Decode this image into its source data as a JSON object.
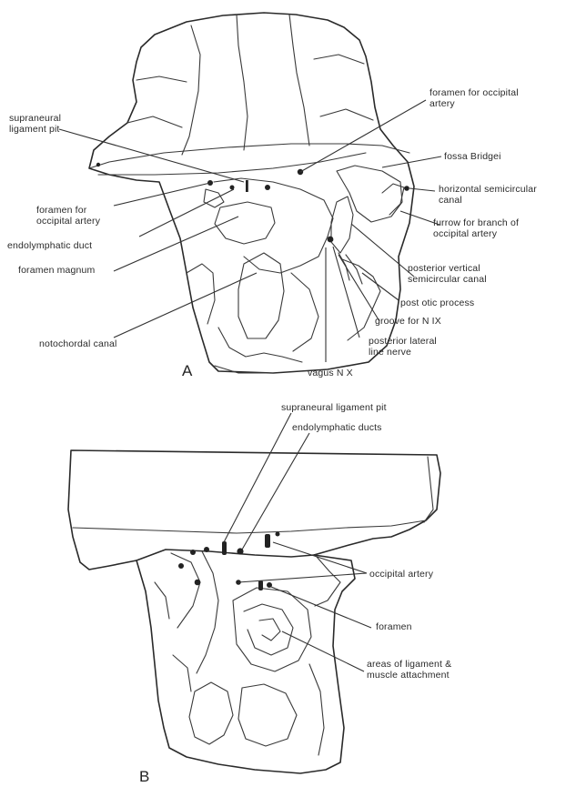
{
  "figure_a": {
    "panel_label": "A",
    "labels": {
      "foramen_occipital_artery_top": [
        "foramen for occipital",
        "artery"
      ],
      "supraneural_pit": [
        "supraneural",
        "ligament pit"
      ],
      "fossa_bridgei": [
        "fossa Bridgei"
      ],
      "horizontal_canal": [
        "horizontal semicircular",
        "canal"
      ],
      "foramen_occipital_artery_left": [
        "foramen for",
        "occipital artery"
      ],
      "furrow_branch": [
        "furrow for branch of",
        "occipital artery"
      ],
      "endolymphatic_duct": [
        "endolymphatic duct"
      ],
      "posterior_vertical_canal": [
        "posterior vertical",
        "semicircular canal"
      ],
      "foramen_magnum": [
        "foramen magnum"
      ],
      "post_otic_process": [
        "post otic process"
      ],
      "groove_n9": [
        "groove for N IX"
      ],
      "notochordal_canal": [
        "notochordal canal"
      ],
      "posterior_lateral_line": [
        "posterior lateral",
        "line nerve"
      ],
      "vagus": [
        "vagus N X"
      ]
    }
  },
  "figure_b": {
    "panel_label": "B",
    "labels": {
      "supraneural_pit": [
        "supraneural ligament pit"
      ],
      "endolymphatic_ducts": [
        "endolymphatic ducts"
      ],
      "occipital_artery": [
        "occipital artery"
      ],
      "foramen": [
        "foramen"
      ],
      "ligament_areas": [
        "areas of ligament &",
        "muscle attachment"
      ]
    }
  }
}
